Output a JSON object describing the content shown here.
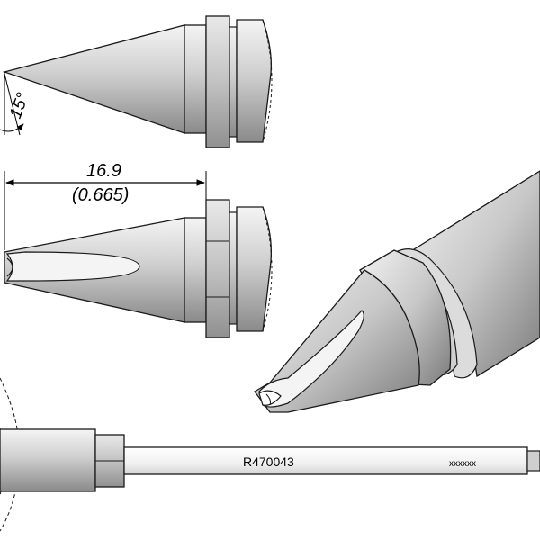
{
  "angle_label": "15°",
  "dimension": {
    "metric": "16.9",
    "imperial": "(0.665)"
  },
  "shaft_label": {
    "part_number": "R470043",
    "code": "xxxxxx"
  },
  "colors": {
    "outline": "#1a1a1a",
    "metal_light": "#e6e6e6",
    "metal_mid": "#bdbdbd",
    "metal_dark": "#7a7a7a",
    "shaft": "#f2f2f2"
  }
}
